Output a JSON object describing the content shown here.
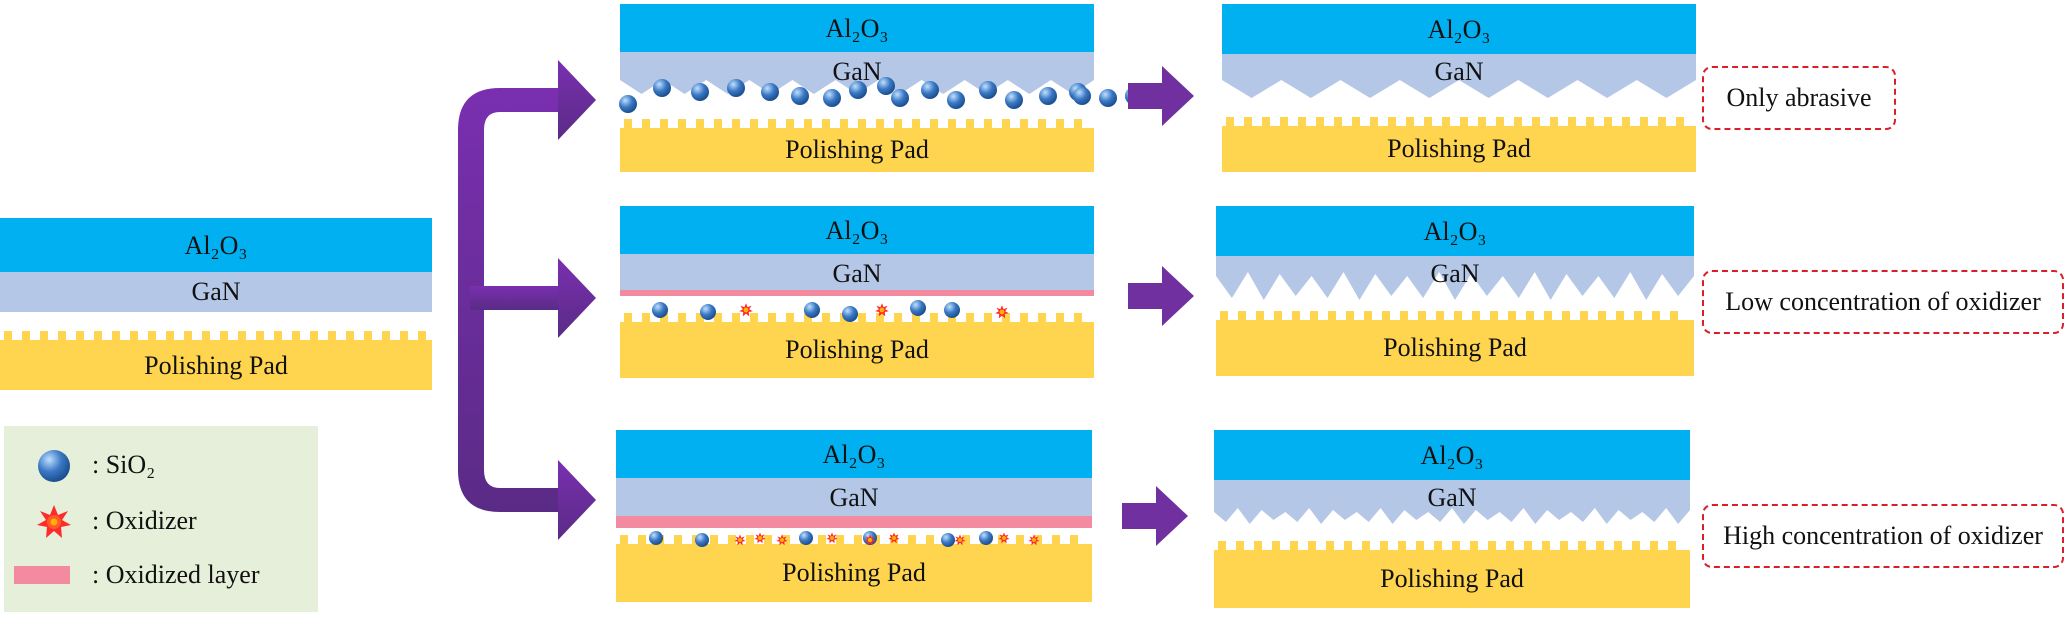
{
  "layers": {
    "al2o3": "Al₂O₃",
    "gan": "GaN",
    "pad": "Polishing Pad"
  },
  "results": {
    "row1": "Only abrasive",
    "row2": "Low concentration of oxidizer",
    "row3": "High concentration of oxidizer"
  },
  "legend": {
    "sio2": ": SiO₂",
    "oxidizer": ": Oxidizer",
    "oxidized_layer": ": Oxidized layer"
  },
  "colors": {
    "al2o3": "#00b0f0",
    "gan": "#b4c7e7",
    "pad": "#ffd54f",
    "oxidized_layer": "#f48aa0",
    "arrow": "#7030a0",
    "note_border": "#d9202a",
    "legend_bg": "#e6efd9",
    "particle": "#3a78c4"
  }
}
